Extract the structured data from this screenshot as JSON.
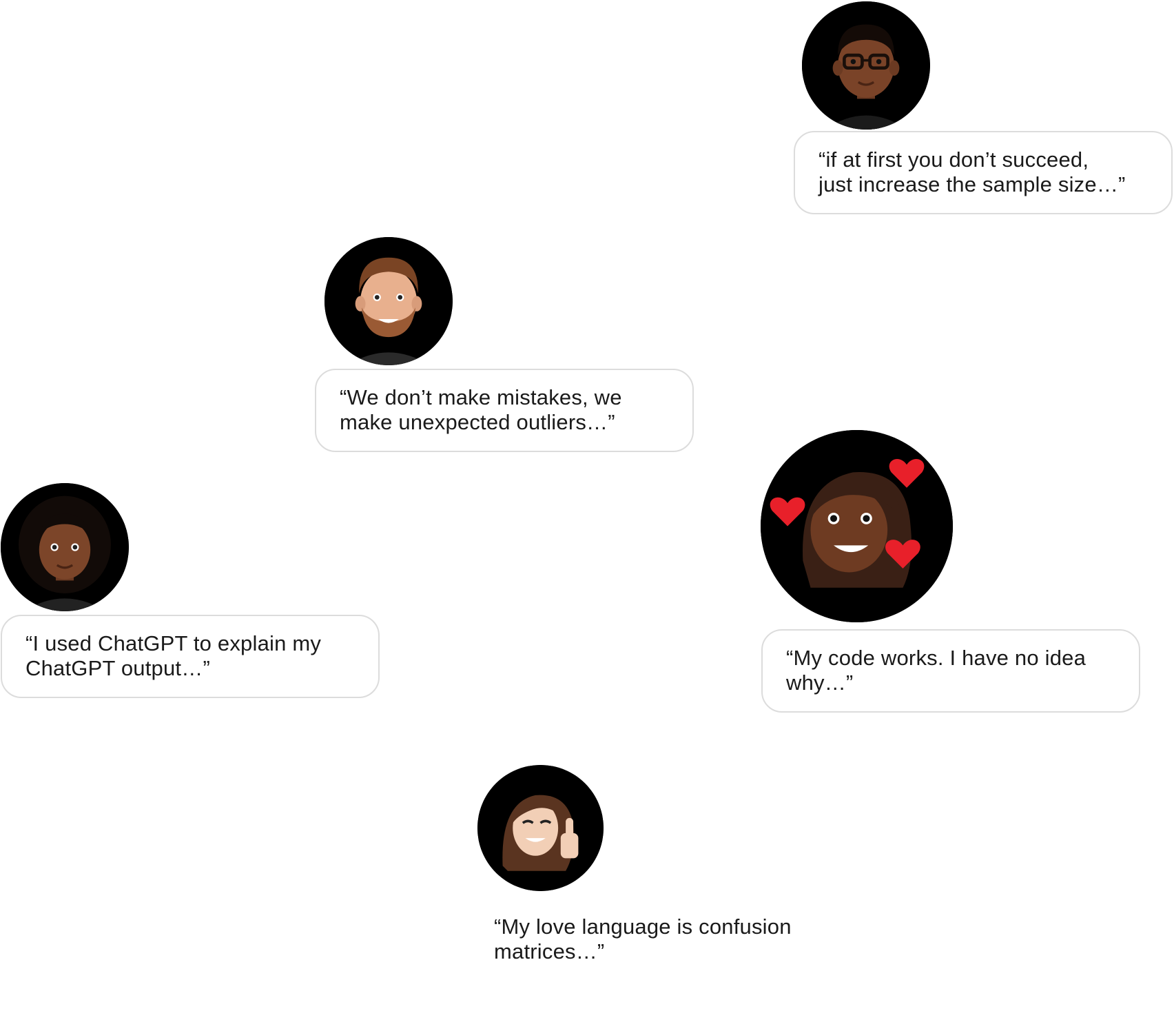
{
  "testimonials": [
    {
      "quote": "“if at first you don’t succeed,\njust increase the sample size…”",
      "avatar_icon": "memoji-man-glasses"
    },
    {
      "quote": "“We don’t make mistakes, we\nmake unexpected outliers…”",
      "avatar_icon": "memoji-man-beard"
    },
    {
      "quote": "“I used ChatGPT to explain my\nChatGPT output…”",
      "avatar_icon": "memoji-woman-curly-hair"
    },
    {
      "quote": " “My code works. I have no idea\nwhy…”",
      "avatar_icon": "memoji-woman-hearts"
    },
    {
      "quote": "“My love language is confusion\nmatrices…”",
      "avatar_icon": "memoji-woman-thumbs-up"
    }
  ],
  "colors": {
    "avatar_background": "#000000",
    "bubble_border": "#dcdcdc",
    "text": "#1a1a1a",
    "heart": "#e8202a"
  }
}
